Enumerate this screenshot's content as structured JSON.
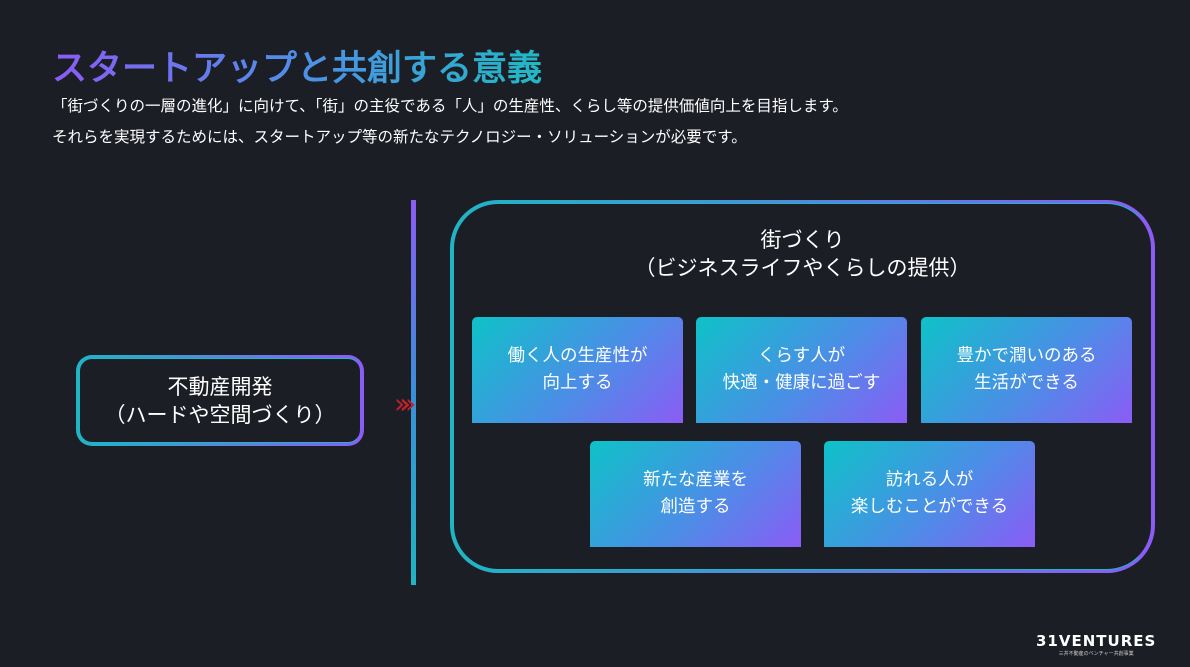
{
  "title": "スタートアップと共創する意義",
  "description": [
    "「街づくりの一層の進化」に向けて、「街」の主役である「人」の生産性、くらし等の提供価値向上を目指します。",
    "それらを実現するためには、スタートアップ等の新たなテクノロジー・ソリューションが必要です。"
  ],
  "left_box": {
    "line1": "不動産開発",
    "line2": "（ハードや空間づくり）"
  },
  "arrow": "»»",
  "right_box": {
    "line1": "街づくり",
    "line2": "（ビジネスライフやくらしの提供）",
    "cards": [
      {
        "line1": "働く人の生産性が",
        "line2": "向上する"
      },
      {
        "line1": "くらす人が",
        "line2": "快適・健康に過ごす"
      },
      {
        "line1": "豊かで潤いのある",
        "line2": "生活ができる"
      },
      {
        "line1": "新たな産業を",
        "line2": "創造する"
      },
      {
        "line1": "訪れる人が",
        "line2": "楽しむことができる"
      }
    ]
  },
  "logo": {
    "name": "31VENTURES",
    "tagline": "三井不動産のベンチャー共創事業"
  }
}
